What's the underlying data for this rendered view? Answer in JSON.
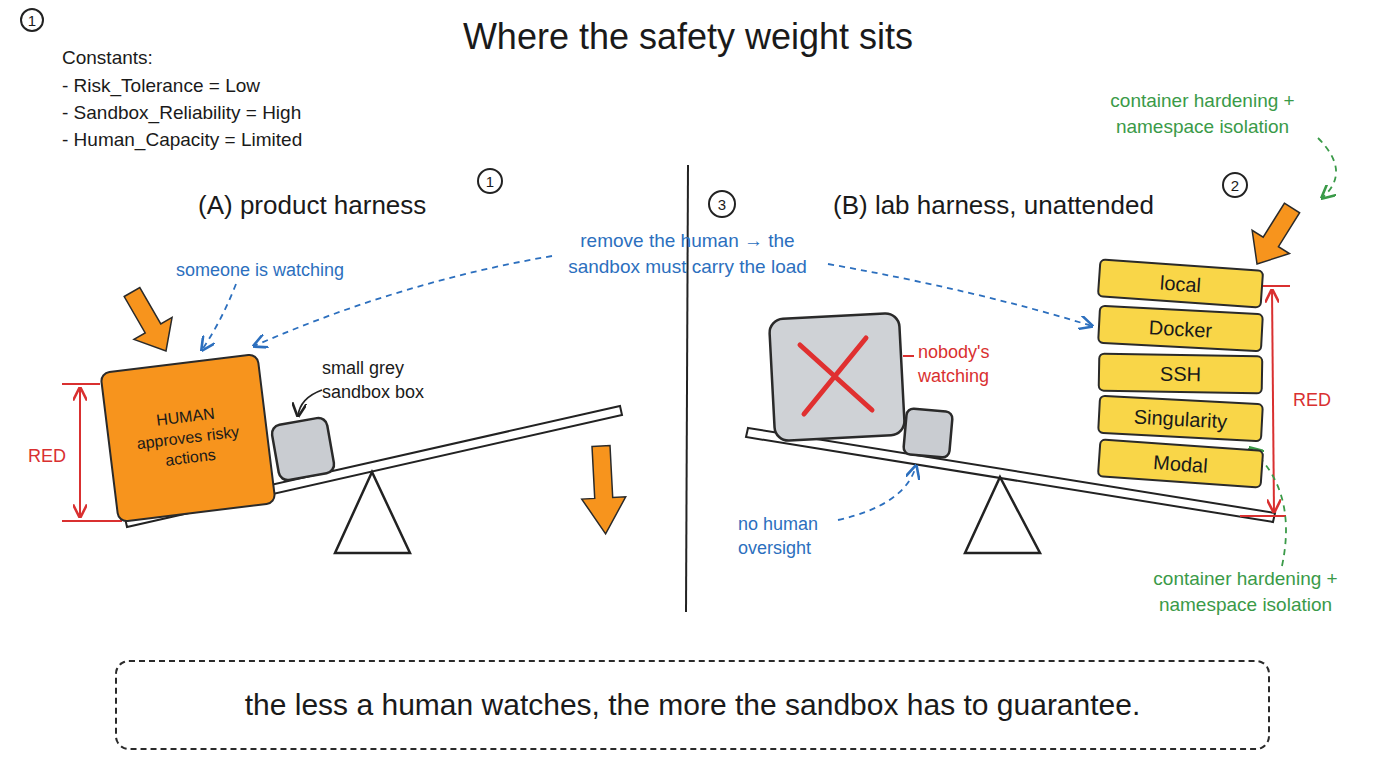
{
  "diagram": {
    "title": "Where the safety weight sits",
    "caption": "the less a human watches, the more the sandbox has to guarantee.",
    "nodes": [
      {
        "text": [
          "HUMAN approves risky actions"
        ]
      },
      {
        "text": [
          "local"
        ]
      },
      {
        "text": [
          "Docker"
        ]
      },
      {
        "text": [
          "SSH"
        ]
      },
      {
        "text": [
          "Singularity"
        ]
      },
      {
        "text": [
          "Modal"
        ]
      }
    ],
    "labels": [
      "1",
      "Constants:",
      "- Risk_Tolerance = Low",
      "- Sandbox_Reliability = High",
      "- Human_Capacity = Limited",
      "(A) product harness",
      "1",
      "3",
      "(B) lab harness, unattended",
      "2",
      "container hardening + namespace isolation",
      "remove the human → the sandbox must carry the load",
      "someone is watching",
      "small grey sandbox box",
      "RED",
      "nobody's watching",
      "no human oversight",
      "RED",
      "container hardening + namespace isolation"
    ]
  }
}
